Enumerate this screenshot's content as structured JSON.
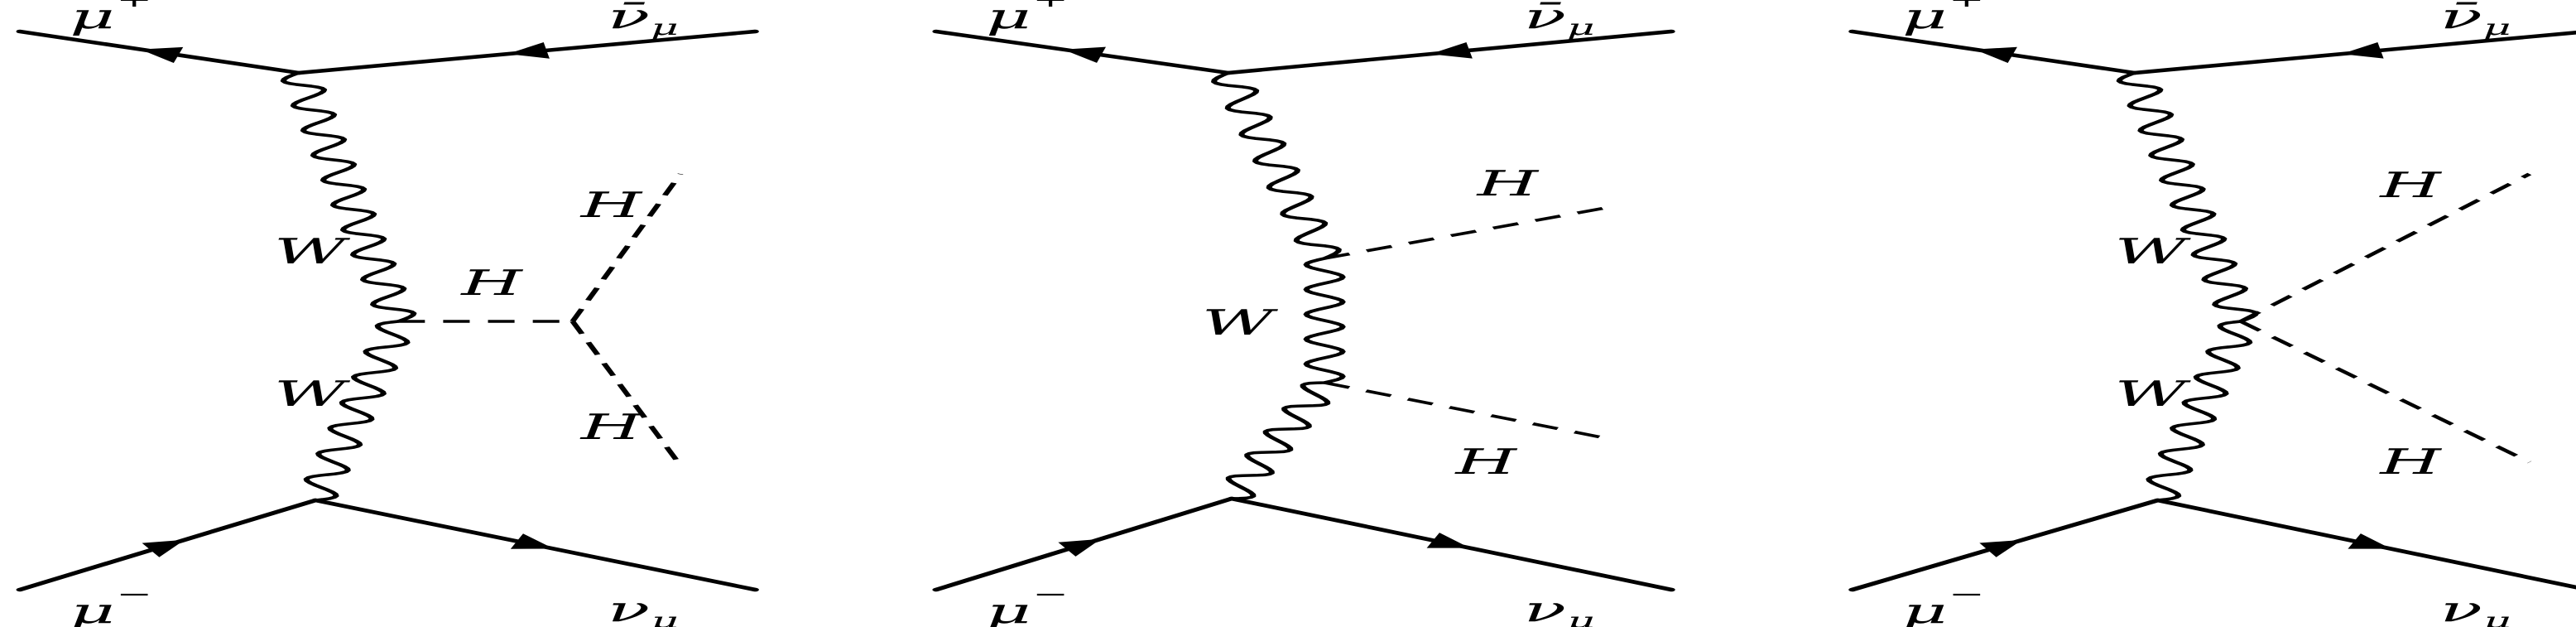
{
  "labels": {
    "mu": "μ",
    "plus": "+",
    "minus": "−",
    "nubar": "ν̄",
    "nu": "ν",
    "mu_sub": "μ",
    "W": "W",
    "H": "H"
  }
}
